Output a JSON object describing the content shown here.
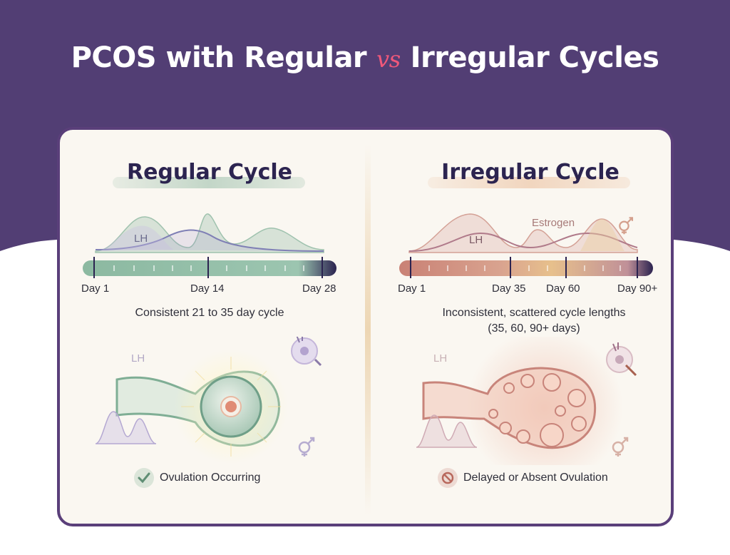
{
  "header": {
    "title_left": "PCOS with Regular",
    "vs": "vs",
    "title_right": "Irregular Cycles"
  },
  "colors": {
    "header_bg": "#523e74",
    "accent_pink": "#f0587a",
    "regular_green": "#7fae95",
    "irregular_rose": "#c8847a",
    "card_bg": "#faf7f1"
  },
  "regular": {
    "title": "Regular Cycle",
    "hormone_label": "LH",
    "ticks": [
      "Day 1",
      "Day 14",
      "Day 28"
    ],
    "description": "Consistent 21 to 35 day cycle",
    "illustration_label": "LH",
    "status": "Ovulation Occurring",
    "status_icon": "check-icon"
  },
  "irregular": {
    "title": "Irregular Cycle",
    "hormone_label": "LH",
    "estrogen_label": "Estrogen",
    "ticks": [
      "Day 1",
      "Day 35",
      "Day 60",
      "Day 90+"
    ],
    "description_line1": "Inconsistent, scattered cycle lengths",
    "description_line2": "(35, 60, 90+ days)",
    "illustration_label": "LH",
    "status": "Delayed or Absent Ovulation",
    "status_icon": "prohibited-icon"
  }
}
